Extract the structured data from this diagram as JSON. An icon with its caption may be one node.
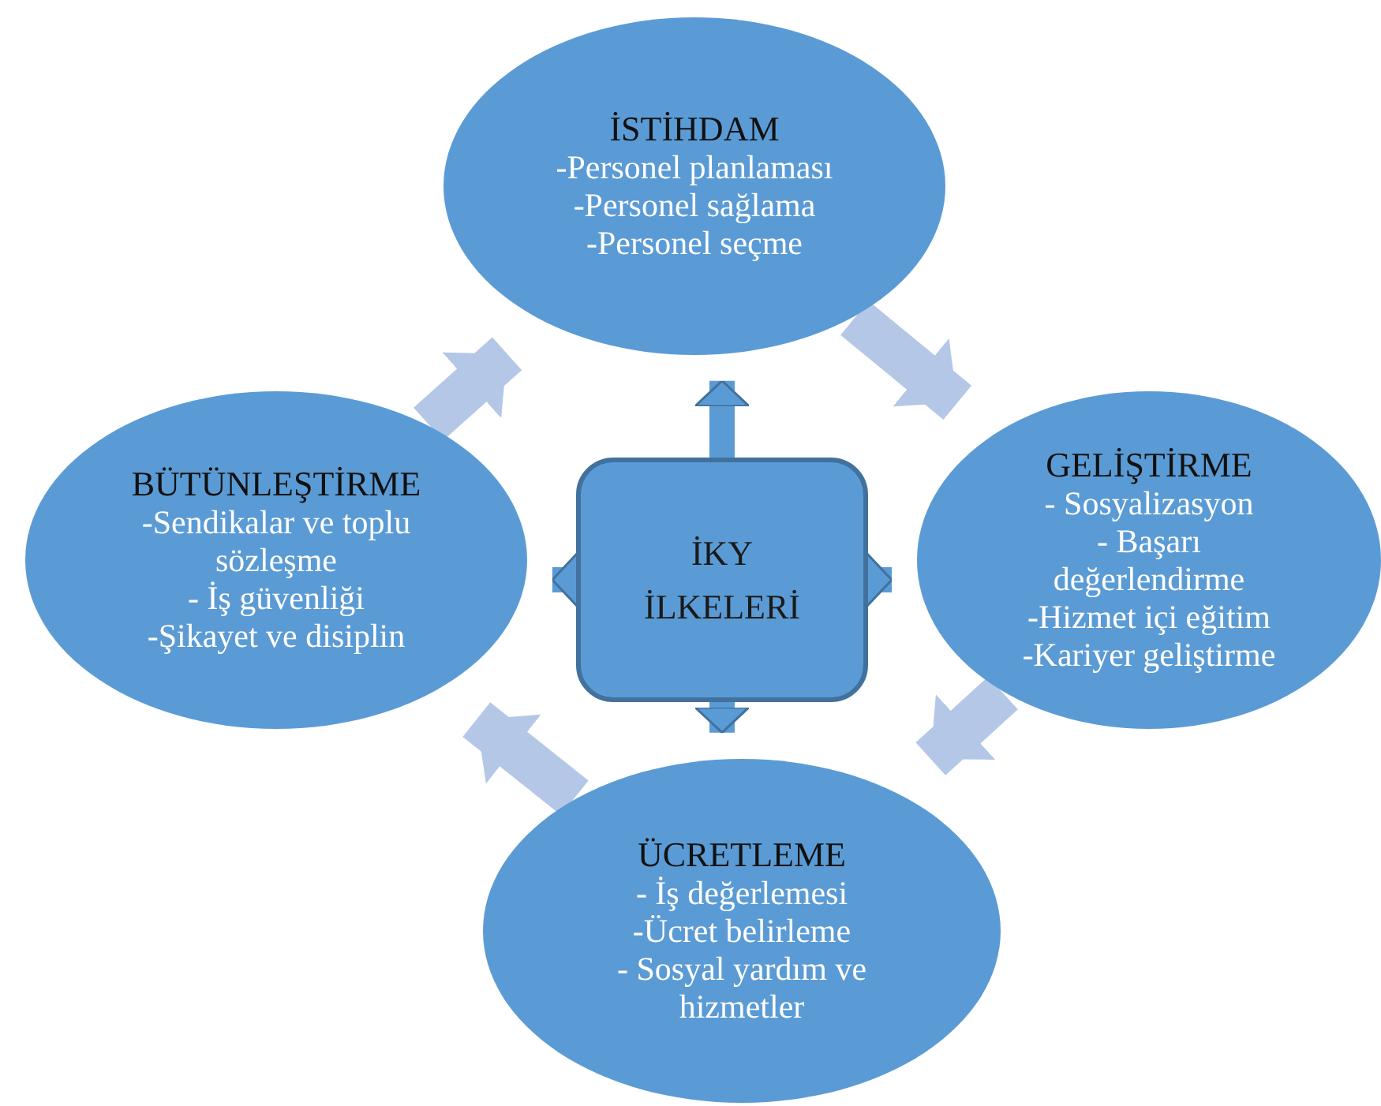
{
  "diagram": {
    "nodes": [
      {
        "text": [
          "İSTİHDAM",
          "-Personel planlaması",
          "-Personel sağlama",
          "-Personel seçme"
        ]
      },
      {
        "text": [
          "BÜTÜNLEŞTİRME",
          "-Sendikalar ve toplu sözleşme",
          "- İş güvenliği",
          "-Şikayet ve disiplin"
        ]
      },
      {
        "text": [
          "İKY İLKELERİ"
        ]
      },
      {
        "text": [
          "GELİŞTİRME",
          "- Sosyalizasyon",
          "- Başarı değerlendirme",
          "-Hizmet içi eğitim",
          "-Kariyer geliştirme"
        ]
      },
      {
        "text": [
          "ÜCRETLEME",
          "- İş değerlemesi",
          "-Ücret belirleme",
          "- Sosyal yardım ve hizmetler"
        ]
      }
    ],
    "edges": [
      {
        "from": 2,
        "to": 0,
        "arrow": "to"
      },
      {
        "from": 2,
        "to": 1,
        "arrow": "to"
      },
      {
        "from": 2,
        "to": 3,
        "arrow": "to"
      },
      {
        "from": 2,
        "to": 4,
        "arrow": "to"
      },
      {
        "from": 0,
        "to": 3,
        "arrow": "to",
        "color": "#b4c7e7"
      },
      {
        "from": 3,
        "to": 4,
        "arrow": "to",
        "color": "#b4c7e7"
      },
      {
        "from": 4,
        "to": 1,
        "arrow": "to",
        "color": "#b4c7e7"
      },
      {
        "from": 1,
        "to": 0,
        "arrow": "to",
        "color": "#b4c7e7"
      }
    ]
  }
}
